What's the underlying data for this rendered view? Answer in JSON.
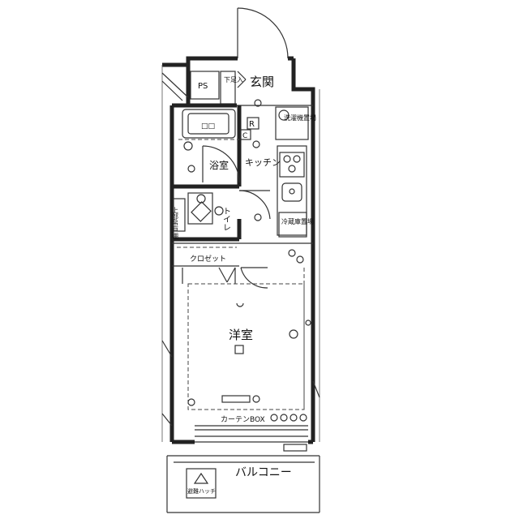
{
  "rooms": {
    "genkan": "玄関",
    "ps": "PS",
    "shoebox": "下足入",
    "yokushitsu": "浴室",
    "kitchen": "キッチン",
    "toilet": "トイレ",
    "washer": "洗濯機置場",
    "fridge": "冷蔵庫置場",
    "upper_cabinet": "上部吊戸棚",
    "closet": "クロゼット",
    "yoshitsu": "洋室",
    "curtain_box": "カーテンBOX",
    "balcony": "バルコニー",
    "hatch": "避難ハッチ"
  },
  "symbols": {
    "refrigerator_mark": "R",
    "c_mark": "C"
  },
  "icons": [
    "door-swing-icon",
    "light-fixture-icon",
    "outlet-icon",
    "stove-burner-icon",
    "sink-icon",
    "bathtub-icon",
    "toilet-icon",
    "evacuation-hatch-icon"
  ]
}
